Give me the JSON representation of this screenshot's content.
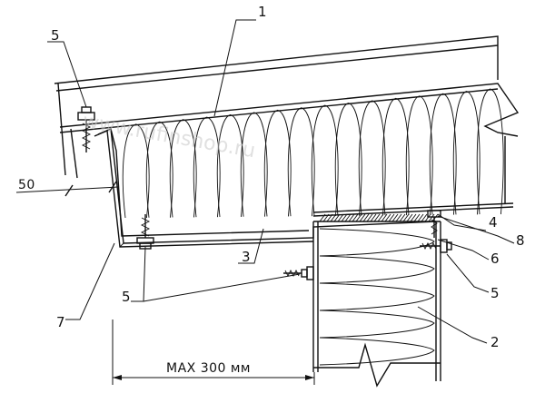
{
  "labels": {
    "l1": "1",
    "l2": "2",
    "l3": "3",
    "l4": "4",
    "l5_top": "5",
    "l5_bottom_left": "5",
    "l5_right": "5",
    "l6": "6",
    "l7": "7",
    "l8": "8"
  },
  "dimensions": {
    "overhang": "50",
    "max_span": "MAX 300 мм"
  },
  "watermark": "www.rufinshop.ru",
  "colors": {
    "line": "#111111",
    "background": "#ffffff"
  }
}
